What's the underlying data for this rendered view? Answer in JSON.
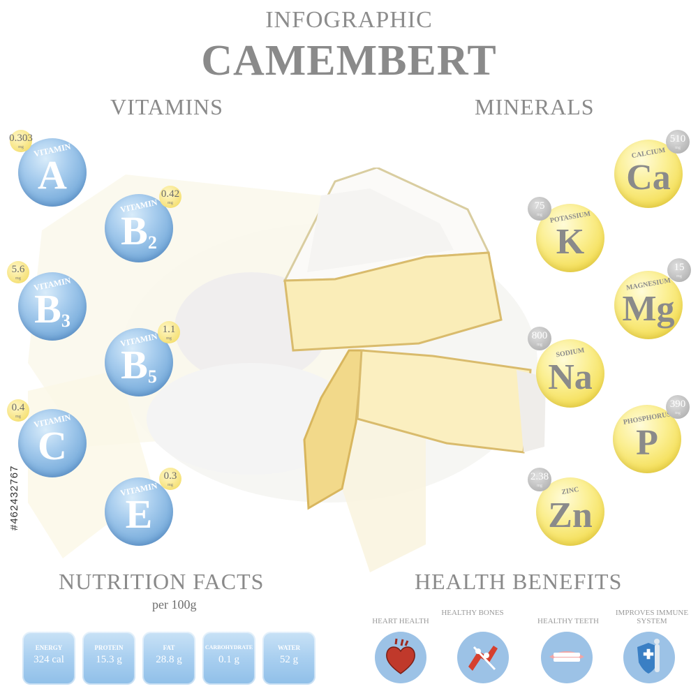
{
  "header": {
    "subtitle": "INFOGRAPHIC",
    "title": "CAMEMBERT"
  },
  "vitamins": {
    "heading": "VITAMINS",
    "items": [
      {
        "word": "VITAMIN",
        "letter": "A",
        "sub": "",
        "value": "0.303",
        "unit": "mg"
      },
      {
        "word": "VITAMIN",
        "letter": "B",
        "sub": "2",
        "value": "0.42",
        "unit": "mg"
      },
      {
        "word": "VITAMIN",
        "letter": "B",
        "sub": "3",
        "value": "5.6",
        "unit": "mg"
      },
      {
        "word": "VITAMIN",
        "letter": "B",
        "sub": "5",
        "value": "1.1",
        "unit": "mg"
      },
      {
        "word": "VITAMIN",
        "letter": "C",
        "sub": "",
        "value": "0.4",
        "unit": "mg"
      },
      {
        "word": "VITAMIN",
        "letter": "E",
        "sub": "",
        "value": "0.3",
        "unit": "mg"
      }
    ]
  },
  "minerals": {
    "heading": "MINERALS",
    "items": [
      {
        "word": "CALCIUM",
        "symbol": "Ca",
        "value": "510",
        "unit": "mg"
      },
      {
        "word": "POTASSIUM",
        "symbol": "K",
        "value": "75",
        "unit": "mg"
      },
      {
        "word": "MAGNESIUM",
        "symbol": "Mg",
        "value": "15",
        "unit": "mg"
      },
      {
        "word": "SODIUM",
        "symbol": "Na",
        "value": "800",
        "unit": "mg"
      },
      {
        "word": "PHOSPHORUS",
        "symbol": "P",
        "value": "390",
        "unit": "mg"
      },
      {
        "word": "ZINC",
        "symbol": "Zn",
        "value": "2.38",
        "unit": "mg"
      }
    ]
  },
  "nutrition": {
    "heading": "NUTRITION FACTS",
    "per": "per 100g",
    "items": [
      {
        "label": "ENERGY",
        "value": "324 cal"
      },
      {
        "label": "PROTEIN",
        "value": "15.3 g"
      },
      {
        "label": "FAT",
        "value": "28.8 g"
      },
      {
        "label": "CARBOHYDRATE",
        "value": "0.1 g"
      },
      {
        "label": "WATER",
        "value": "52 g"
      }
    ]
  },
  "health": {
    "heading": "HEALTH BENEFITS",
    "items": [
      {
        "label": "HEART HEALTH",
        "icon": "heart-icon"
      },
      {
        "label": "HEALTHY BONES",
        "icon": "bones-icon"
      },
      {
        "label": "HEALTHY TEETH",
        "icon": "teeth-icon"
      },
      {
        "label": "IMPROVES IMMUNE SYSTEM",
        "icon": "immune-shield-icon"
      }
    ]
  },
  "watermark": "#462432767",
  "colors": {
    "vitamin": "#6fa6d8",
    "mineral": "#f2da47",
    "badge_vitamin": "#f6e27a",
    "badge_mineral": "#b8b8b8",
    "text": "#8a8a8a"
  }
}
